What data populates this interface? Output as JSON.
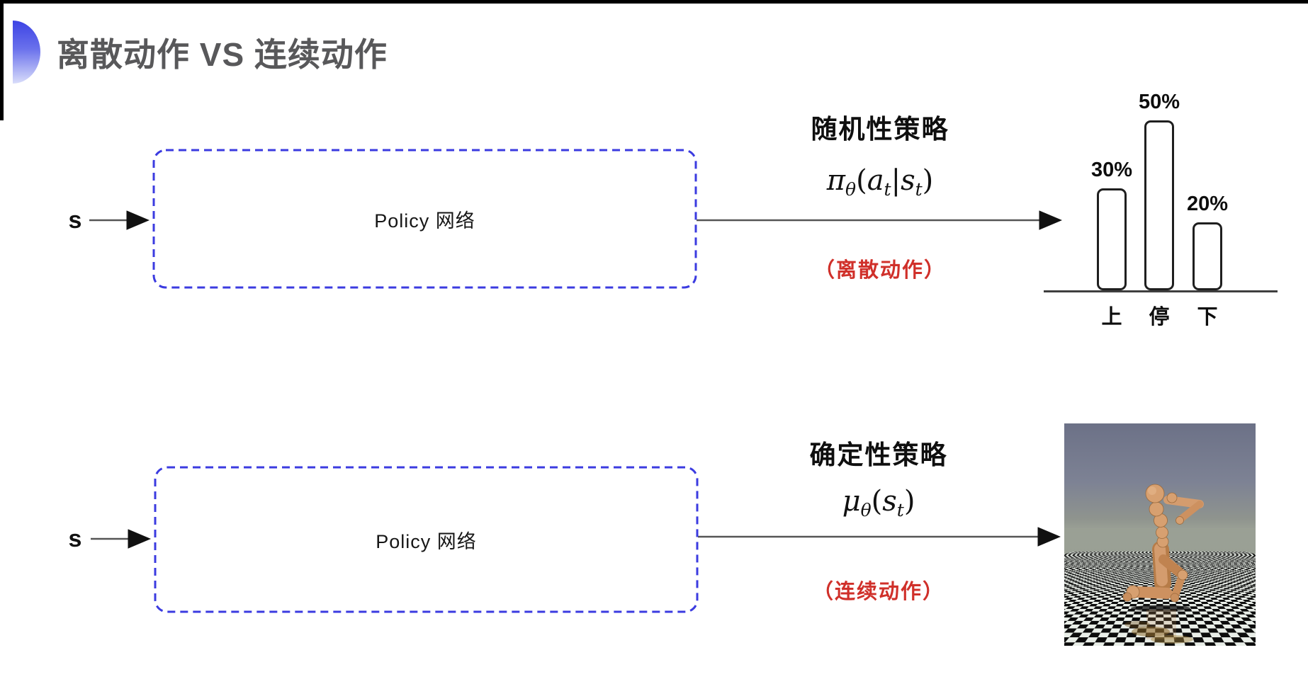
{
  "title": "离散动作 VS 连续动作",
  "row_discrete": {
    "input_label": "s",
    "box_label": "Policy 网络",
    "policy_title": "随机性策略",
    "policy_type_label": "（离散动作）",
    "formula_parts": [
      {
        "t": "π"
      },
      {
        "t": "θ",
        "sub": true
      },
      {
        "t": "(",
        "up": true
      },
      {
        "t": "a"
      },
      {
        "t": "t",
        "sub": true
      },
      {
        "t": "|",
        "up": true
      },
      {
        "t": "s"
      },
      {
        "t": "t",
        "sub": true
      },
      {
        "t": ")",
        "up": true
      }
    ]
  },
  "row_continuous": {
    "input_label": "s",
    "box_label": "Policy 网络",
    "policy_title": "确定性策略",
    "policy_type_label": "（连续动作）",
    "formula_parts": [
      {
        "t": "μ"
      },
      {
        "t": "θ",
        "sub": true
      },
      {
        "t": "(",
        "up": true
      },
      {
        "t": "s"
      },
      {
        "t": "t",
        "sub": true
      },
      {
        "t": ")",
        "up": true
      }
    ]
  },
  "chart_data": {
    "type": "bar",
    "categories": [
      "上",
      "停",
      "下"
    ],
    "values": [
      30,
      50,
      20
    ],
    "value_labels": [
      "30%",
      "50%",
      "20%"
    ],
    "title": "",
    "xlabel": "",
    "ylabel": "",
    "ylim": [
      0,
      55
    ],
    "grid": false,
    "legend": false,
    "bar_fill": "#ffffff",
    "bar_border": "#1f1f1f"
  },
  "colors": {
    "accent_blue_dash": "#3b3be0",
    "red_label": "#d0302a",
    "title_gray": "#58585a",
    "arrow": "#3f3f3f"
  },
  "robot_image": {
    "icon": "humanoid-simulation-image",
    "sky_color": "#6f7489",
    "floor_light": "#e9eee8",
    "floor_dark": "#0d0d0d",
    "body_color": "#d49c6e"
  }
}
